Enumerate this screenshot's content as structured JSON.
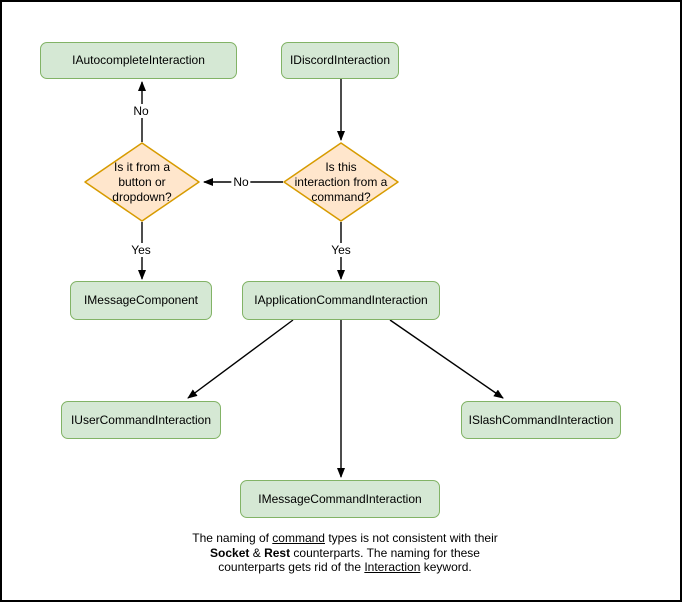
{
  "diagram": {
    "nodes": {
      "autocomplete": {
        "label": "IAutocompleteInteraction"
      },
      "discord": {
        "label": "IDiscordInteraction"
      },
      "message_component": {
        "label": "IMessageComponent"
      },
      "application_command": {
        "label": "IApplicationCommandInteraction"
      },
      "user_command": {
        "label": "IUserCommandInteraction"
      },
      "slash_command": {
        "label": "ISlashCommandInteraction"
      },
      "message_command": {
        "label": "IMessageCommandInteraction"
      }
    },
    "decisions": {
      "button_dropdown": {
        "lines": [
          "Is it from a",
          "button or",
          "dropdown?"
        ]
      },
      "from_command": {
        "lines": [
          "Is this",
          "interaction from a",
          "command?"
        ]
      }
    },
    "edge_labels": {
      "no_up": "No",
      "no_left": "No",
      "yes_left": "Yes",
      "yes_right": "Yes"
    },
    "colors": {
      "node_fill": "#d5e8d4",
      "node_border": "#82b366",
      "decision_fill": "#ffe6cc",
      "decision_border": "#d79b00",
      "arrow": "#000000",
      "frame": "#000000"
    }
  },
  "footer": {
    "l1a": "The naming of ",
    "l1b": "command",
    "l1c": " types is not consistent with their",
    "l2a": "Socket",
    "l2b": " & ",
    "l2c": "Rest",
    "l2d": " counterparts. The naming for these",
    "l3a": "counterparts gets rid of the ",
    "l3b": "Interaction",
    "l3c": " keyword."
  }
}
